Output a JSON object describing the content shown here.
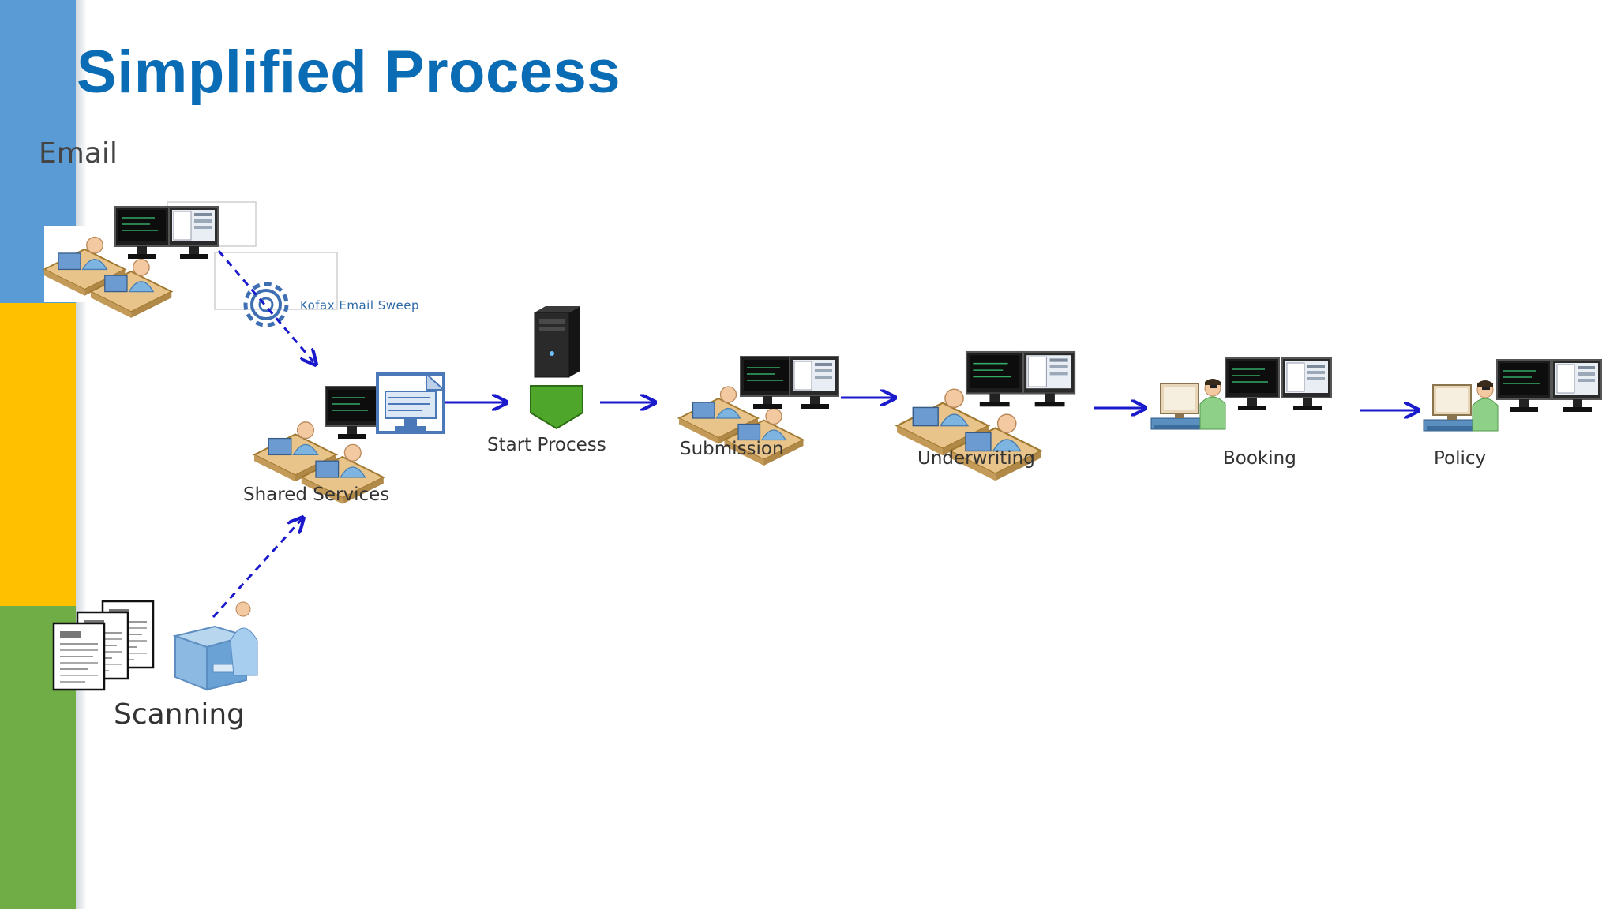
{
  "slide": {
    "title": "Simplified Process",
    "sidebar_colors": [
      "#5b9bd5",
      "#ffc000",
      "#70ad47"
    ]
  },
  "nodes": {
    "email": {
      "label": "Email"
    },
    "kofax": {
      "label": "Kofax Email Sweep"
    },
    "shared_services": {
      "label": "Shared Services"
    },
    "start_process": {
      "label": "Start Process"
    },
    "submission": {
      "label": "Submission"
    },
    "underwriting": {
      "label": "Underwriting"
    },
    "booking": {
      "label": "Booking"
    },
    "policy": {
      "label": "Policy"
    },
    "scanning": {
      "label": "Scanning"
    }
  },
  "flow": [
    {
      "from": "Email",
      "to": "Shared Services",
      "style": "dashed"
    },
    {
      "from": "Scanning",
      "to": "Shared Services",
      "style": "dashed"
    },
    {
      "from": "Shared Services",
      "to": "Start Process",
      "style": "solid"
    },
    {
      "from": "Start Process",
      "to": "Submission",
      "style": "solid"
    },
    {
      "from": "Submission",
      "to": "Underwriting",
      "style": "solid"
    },
    {
      "from": "Underwriting",
      "to": "Booking",
      "style": "solid"
    },
    {
      "from": "Booking",
      "to": "Policy",
      "style": "solid"
    }
  ],
  "colors": {
    "title": "#0a6cb5",
    "arrow": "#1a1acc",
    "start_shape": "#4ea72a",
    "label": "#333333"
  },
  "icons": [
    "workstation-team-icon",
    "dual-monitor-icon",
    "gear-icon",
    "document-screen-icon",
    "server-tower-icon",
    "operator-workstation-icon",
    "document-stack-icon",
    "scanner-operator-icon"
  ]
}
